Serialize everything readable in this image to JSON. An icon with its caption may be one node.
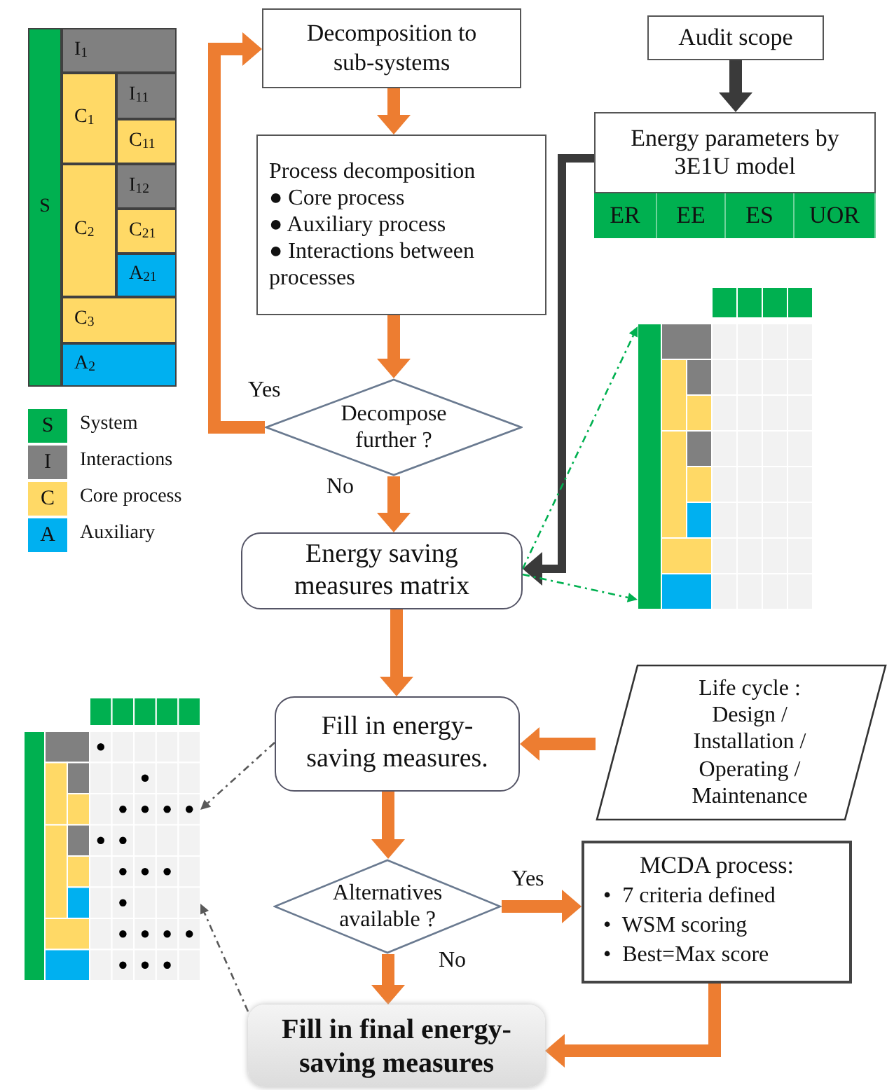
{
  "diagram": {
    "nodes": [
      {
        "text": [
          "S"
        ]
      },
      {
        "text": [
          "I$_{1}$"
        ]
      },
      {
        "text": [
          "C$_{1}$"
        ]
      },
      {
        "text": [
          "I$_{11}$"
        ]
      },
      {
        "text": [
          "C$_{11}$"
        ]
      },
      {
        "text": [
          "C$_{2}$"
        ]
      },
      {
        "text": [
          "I$_{12}$"
        ]
      },
      {
        "text": [
          "C$_{21}$"
        ]
      },
      {
        "text": [
          "A$_{21}$"
        ]
      },
      {
        "text": [
          "C$_{3}$"
        ]
      },
      {
        "text": [
          "A$_{2}$"
        ]
      },
      {
        "text": [
          "Decomposition to sub-systems"
        ]
      },
      {
        "text": [
          "Process decomposition",
          "● Core process",
          "● Auxiliary process",
          "● Interactions between processes"
        ]
      },
      {
        "text": [
          "Decompose further ?"
        ]
      },
      {
        "text": [
          "Energy saving measures matrix"
        ]
      },
      {
        "text": [
          "Audit scope"
        ]
      },
      {
        "text": [
          "Energy parameters by 3E1U model"
        ]
      },
      {
        "text": [
          "ER"
        ]
      },
      {
        "text": [
          "EE"
        ]
      },
      {
        "text": [
          "ES"
        ]
      },
      {
        "text": [
          "UOR"
        ]
      },
      {
        "text": [],
        "shape": "picture"
      },
      {
        "text": [
          "Fill in energy-saving measures."
        ]
      },
      {
        "text": [
          "Life cycle :",
          "Design / Installation / Operating / Maintenance"
        ]
      },
      {
        "text": [
          "Alternatives available ?"
        ]
      },
      {
        "text": [
          "MCDA process:",
          "•  7 criteria defined",
          "•  WSM scoring",
          "•  Best=Max score"
        ]
      },
      {
        "text": [
          "Fill in final energy-saving measures"
        ]
      },
      {
        "text": [],
        "shape": "picture"
      }
    ],
    "edges": [
      {
        "from": 13,
        "to": 11,
        "arrow": "to",
        "label": "Yes"
      },
      {
        "from": 11,
        "to": 12,
        "arrow": "to"
      },
      {
        "from": 12,
        "to": 13,
        "arrow": "to"
      },
      {
        "from": 13,
        "to": 14,
        "arrow": "to",
        "label": "No"
      },
      {
        "from": 15,
        "to": 16,
        "arrow": "to",
        "color": "#3a3a3a"
      },
      {
        "from": 16,
        "to": 14,
        "arrow": "to",
        "color": "#3a3a3a"
      },
      {
        "from": 14,
        "to": 21,
        "arrow": "to",
        "style": "dashed",
        "color": "#00b050"
      },
      {
        "from": 14,
        "to": 21,
        "arrow": "to",
        "style": "dashed",
        "color": "#00b050"
      },
      {
        "from": 14,
        "to": 22,
        "arrow": "to"
      },
      {
        "from": 23,
        "to": 22,
        "arrow": "to"
      },
      {
        "from": 22,
        "to": 24,
        "arrow": "to"
      },
      {
        "from": 24,
        "to": 25,
        "arrow": "to",
        "label": "Yes"
      },
      {
        "from": 24,
        "to": 26,
        "arrow": "to",
        "label": "No"
      },
      {
        "from": 25,
        "to": 26,
        "arrow": "to"
      },
      {
        "from": 22,
        "to": 27,
        "arrow": "to",
        "style": "dashed",
        "color": "#595959"
      },
      {
        "from": 26,
        "to": 27,
        "arrow": "to",
        "style": "dashed",
        "color": "#595959"
      }
    ],
    "labels": [
      "S",
      "I",
      "C",
      "A"
    ],
    "legend": [
      {
        "text": "System",
        "color": "#00b050"
      },
      {
        "text": "Interactions",
        "color": "#808080"
      },
      {
        "text": "Core process",
        "color": "#ffd966"
      },
      {
        "text": "Auxiliary",
        "color": "#00b0f0"
      }
    ]
  }
}
